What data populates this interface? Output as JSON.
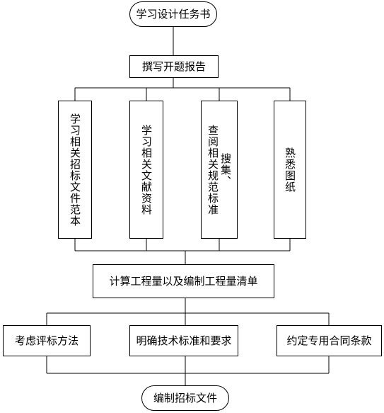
{
  "diagram": {
    "start": "学习设计任务书",
    "step1": "撰写开题报告",
    "branch1": [
      "学习相关招标文件范本",
      "学习相关文献资料",
      "搜集、\n查阅相关规范标准",
      "熟悉图纸"
    ],
    "step2": "计算工程量以及编制工程量清单",
    "branch2": [
      "考虑评标方法",
      "明确技术标准和要求",
      "约定专用合同条款"
    ],
    "end": "编制招标文件"
  }
}
